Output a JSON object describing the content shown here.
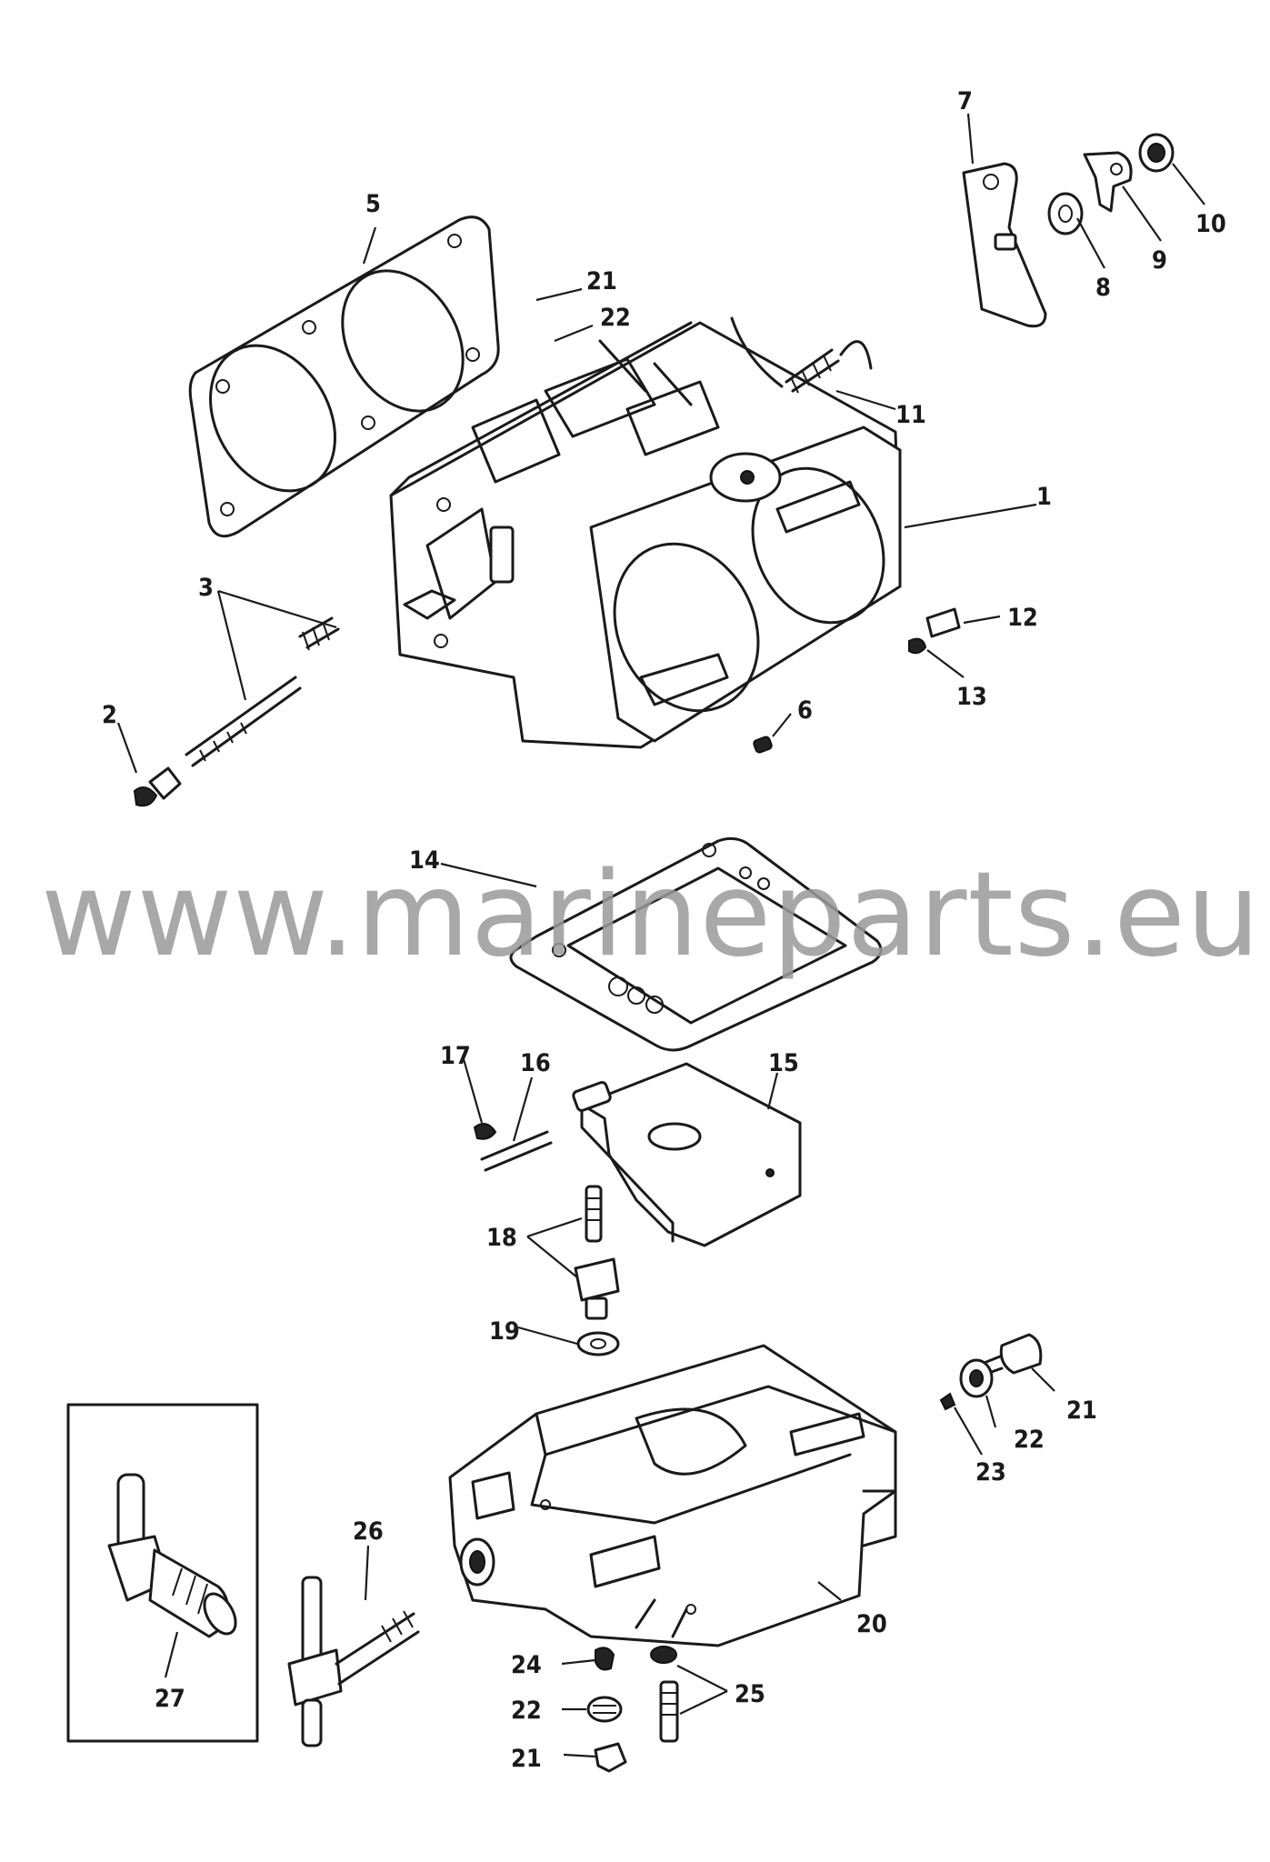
{
  "watermark": "www.marineparts.eu",
  "callouts": {
    "c1": "1",
    "c2": "2",
    "c3": "3",
    "c5": "5",
    "c6": "6",
    "c7": "7",
    "c8": "8",
    "c9": "9",
    "c10": "10",
    "c11": "11",
    "c12": "12",
    "c13": "13",
    "c14": "14",
    "c15": "15",
    "c16": "16",
    "c17": "17",
    "c18": "18",
    "c19": "19",
    "c20": "20",
    "c21a": "21",
    "c21b": "21",
    "c21c": "21",
    "c22a": "22",
    "c22b": "22",
    "c22c": "22",
    "c23": "23",
    "c24": "24",
    "c25": "25",
    "c26": "26",
    "c27": "27"
  }
}
